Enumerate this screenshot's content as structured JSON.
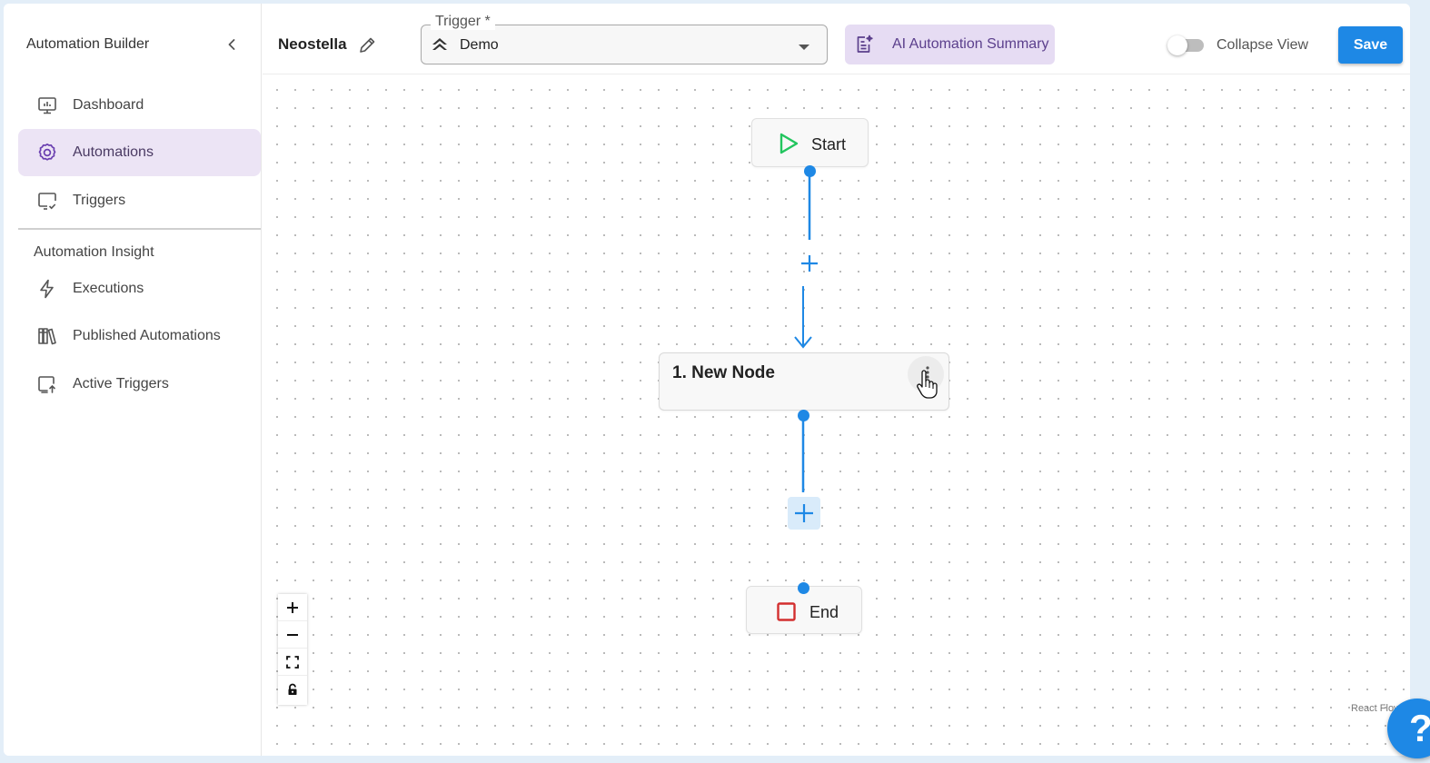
{
  "sidebar": {
    "title": "Automation Builder",
    "items": [
      {
        "label": "Dashboard",
        "icon": "monitor-icon"
      },
      {
        "label": "Automations",
        "icon": "gear-icon",
        "active": true
      },
      {
        "label": "Triggers",
        "icon": "screen-check-icon"
      }
    ],
    "section_title": "Automation Insight",
    "insight_items": [
      {
        "label": "Executions",
        "icon": "lightning-icon"
      },
      {
        "label": "Published Automations",
        "icon": "books-icon"
      },
      {
        "label": "Active Triggers",
        "icon": "screen-upload-icon"
      }
    ]
  },
  "header": {
    "flow_name": "Neostella",
    "trigger_label": "Trigger *",
    "trigger_value": "Demo",
    "ai_button": "AI Automation Summary",
    "toggle_label": "Collapse View",
    "toggle_on": false,
    "save_label": "Save"
  },
  "canvas": {
    "start_label": "Start",
    "node_label": "1. New Node",
    "end_label": "End",
    "attribution": "React Flow"
  },
  "help_label": "?",
  "colors": {
    "accent": "#1e88e5",
    "active_nav_bg": "#ece4f5",
    "ai_button_bg": "#e6dcf3",
    "start_icon": "#22c55e",
    "end_icon": "#d32f2f"
  }
}
